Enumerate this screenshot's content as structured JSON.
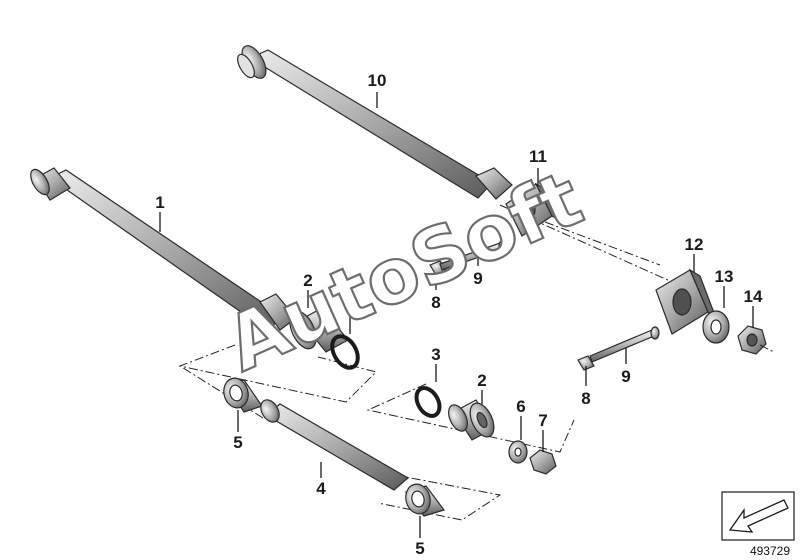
{
  "diagram_id": "493729",
  "watermark": "AutoSoft",
  "callouts": [
    {
      "id": "c10",
      "text": "10"
    },
    {
      "id": "c11",
      "text": "11"
    },
    {
      "id": "c1",
      "text": "1"
    },
    {
      "id": "c2a",
      "text": "2"
    },
    {
      "id": "c3a",
      "text": "3"
    },
    {
      "id": "c8a",
      "text": "8"
    },
    {
      "id": "c9a",
      "text": "9"
    },
    {
      "id": "c12",
      "text": "12"
    },
    {
      "id": "c13",
      "text": "13"
    },
    {
      "id": "c14",
      "text": "14"
    },
    {
      "id": "c9b",
      "text": "9"
    },
    {
      "id": "c8b",
      "text": "8"
    },
    {
      "id": "c3b",
      "text": "3"
    },
    {
      "id": "c2b",
      "text": "2"
    },
    {
      "id": "c6",
      "text": "6"
    },
    {
      "id": "c7",
      "text": "7"
    },
    {
      "id": "c5a",
      "text": "5"
    },
    {
      "id": "c4",
      "text": "4"
    },
    {
      "id": "c5b",
      "text": "5"
    }
  ]
}
